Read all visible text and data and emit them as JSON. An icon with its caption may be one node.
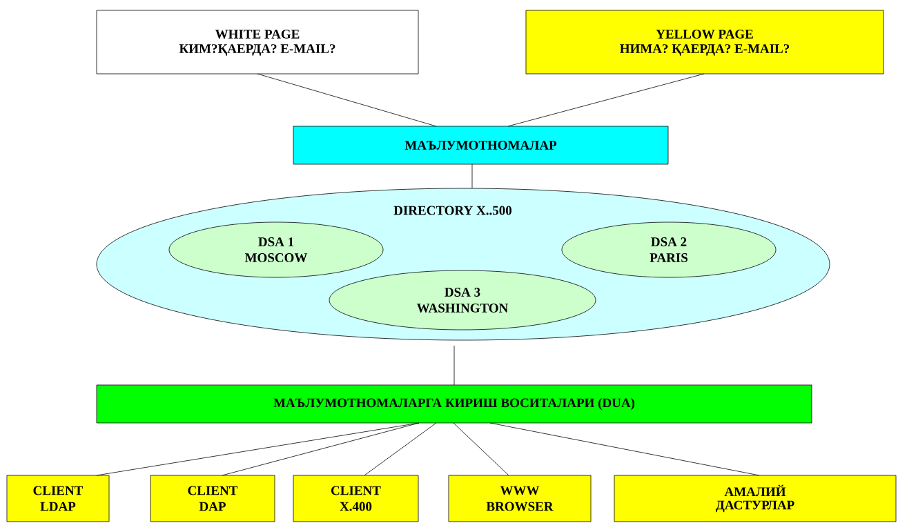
{
  "diagram": {
    "nodes": [
      {
        "text": [
          "WHITE PAGE",
          "КИМ?ҚАЕРДА? E-MAIL?"
        ]
      },
      {
        "text": [
          "YELLOW PAGE",
          "НИМА? ҚАЕРДА? E-MAIL?"
        ]
      },
      {
        "text": [
          "МАЪЛУМОТНОМАЛАР"
        ]
      },
      {
        "text": [
          "DIRECTORY X..500"
        ]
      },
      {
        "text": [
          "DSA 1",
          "MOSCOW"
        ],
        "in": 3
      },
      {
        "text": [
          "DSA 2",
          "PARIS"
        ],
        "in": 3
      },
      {
        "text": [
          "DSA 3",
          "WASHINGTON"
        ],
        "in": 3
      },
      {
        "text": [
          "МАЪЛУМОТНОМАЛАРГА КИРИШ ВОСИТАЛАРИ (DUA)"
        ]
      },
      {
        "text": [
          "CLIENT",
          "LDAP"
        ]
      },
      {
        "text": [
          "CLIENT",
          "DAP"
        ]
      },
      {
        "text": [
          "CLIENT",
          "X.400"
        ]
      },
      {
        "text": [
          "WWW",
          "BROWSER"
        ]
      },
      {
        "text": [
          "АМАЛИЙ",
          "ДАСТУРЛАР"
        ]
      }
    ],
    "edges": [
      {
        "from": 0,
        "to": 2,
        "arrow": "none"
      },
      {
        "from": 1,
        "to": 2,
        "arrow": "none"
      },
      {
        "from": 2,
        "to": 3,
        "arrow": "none"
      },
      {
        "from": 3,
        "to": 7,
        "arrow": "none"
      },
      {
        "from": 7,
        "to": 8,
        "arrow": "none"
      },
      {
        "from": 7,
        "to": 9,
        "arrow": "none"
      },
      {
        "from": 7,
        "to": 10,
        "arrow": "none"
      },
      {
        "from": 7,
        "to": 11,
        "arrow": "none"
      },
      {
        "from": 7,
        "to": 12,
        "arrow": "none"
      }
    ]
  }
}
